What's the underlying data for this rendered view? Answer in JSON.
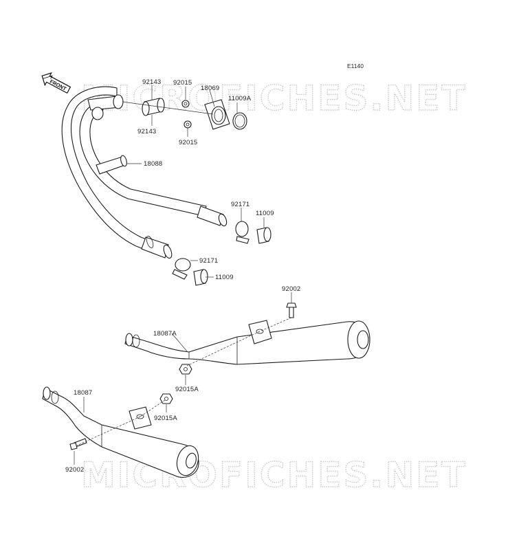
{
  "diagram": {
    "code": "E1140",
    "front_label": "FRONT",
    "watermark": "MICROFICHES.NET",
    "parts": {
      "p92143_top": "92143",
      "p92143_bottom": "92143",
      "p92015_top": "92015",
      "p92015_bottom": "92015",
      "p18069": "18069",
      "p11009A": "11009A",
      "p18088": "18088",
      "p92171_upper": "92171",
      "p11009_upper": "11009",
      "p92171_lower": "92171",
      "p11009_lower": "11009",
      "p92002_upper": "92002",
      "p18087A": "18087A",
      "p92015A_upper": "92015A",
      "p18087": "18087",
      "p92015A_lower": "92015A",
      "p92002_lower": "92002"
    }
  }
}
